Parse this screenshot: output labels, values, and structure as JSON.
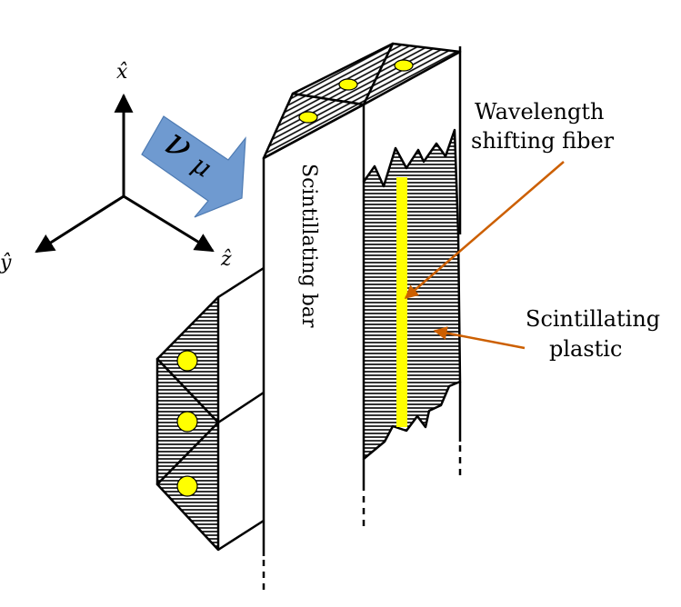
{
  "diagram": {
    "axes": {
      "x_label": "x̂",
      "y_label": "ŷ",
      "z_label": "ẑ"
    },
    "neutrino_label": "ν",
    "neutrino_subscript": "μ",
    "scintillating_bar_label": "Scintillating bar",
    "wls_fiber_label_line1": "Wavelength",
    "wls_fiber_label_line2": "shifting fiber",
    "plastic_label_line1": "Scintillating",
    "plastic_label_line2": "plastic",
    "colors": {
      "fiber": "#ffff00",
      "fiber_dot": "#ffff00",
      "arrow_fill": "#6f9ad0",
      "leader_line": "#cc5f00",
      "outline": "#000000"
    }
  }
}
